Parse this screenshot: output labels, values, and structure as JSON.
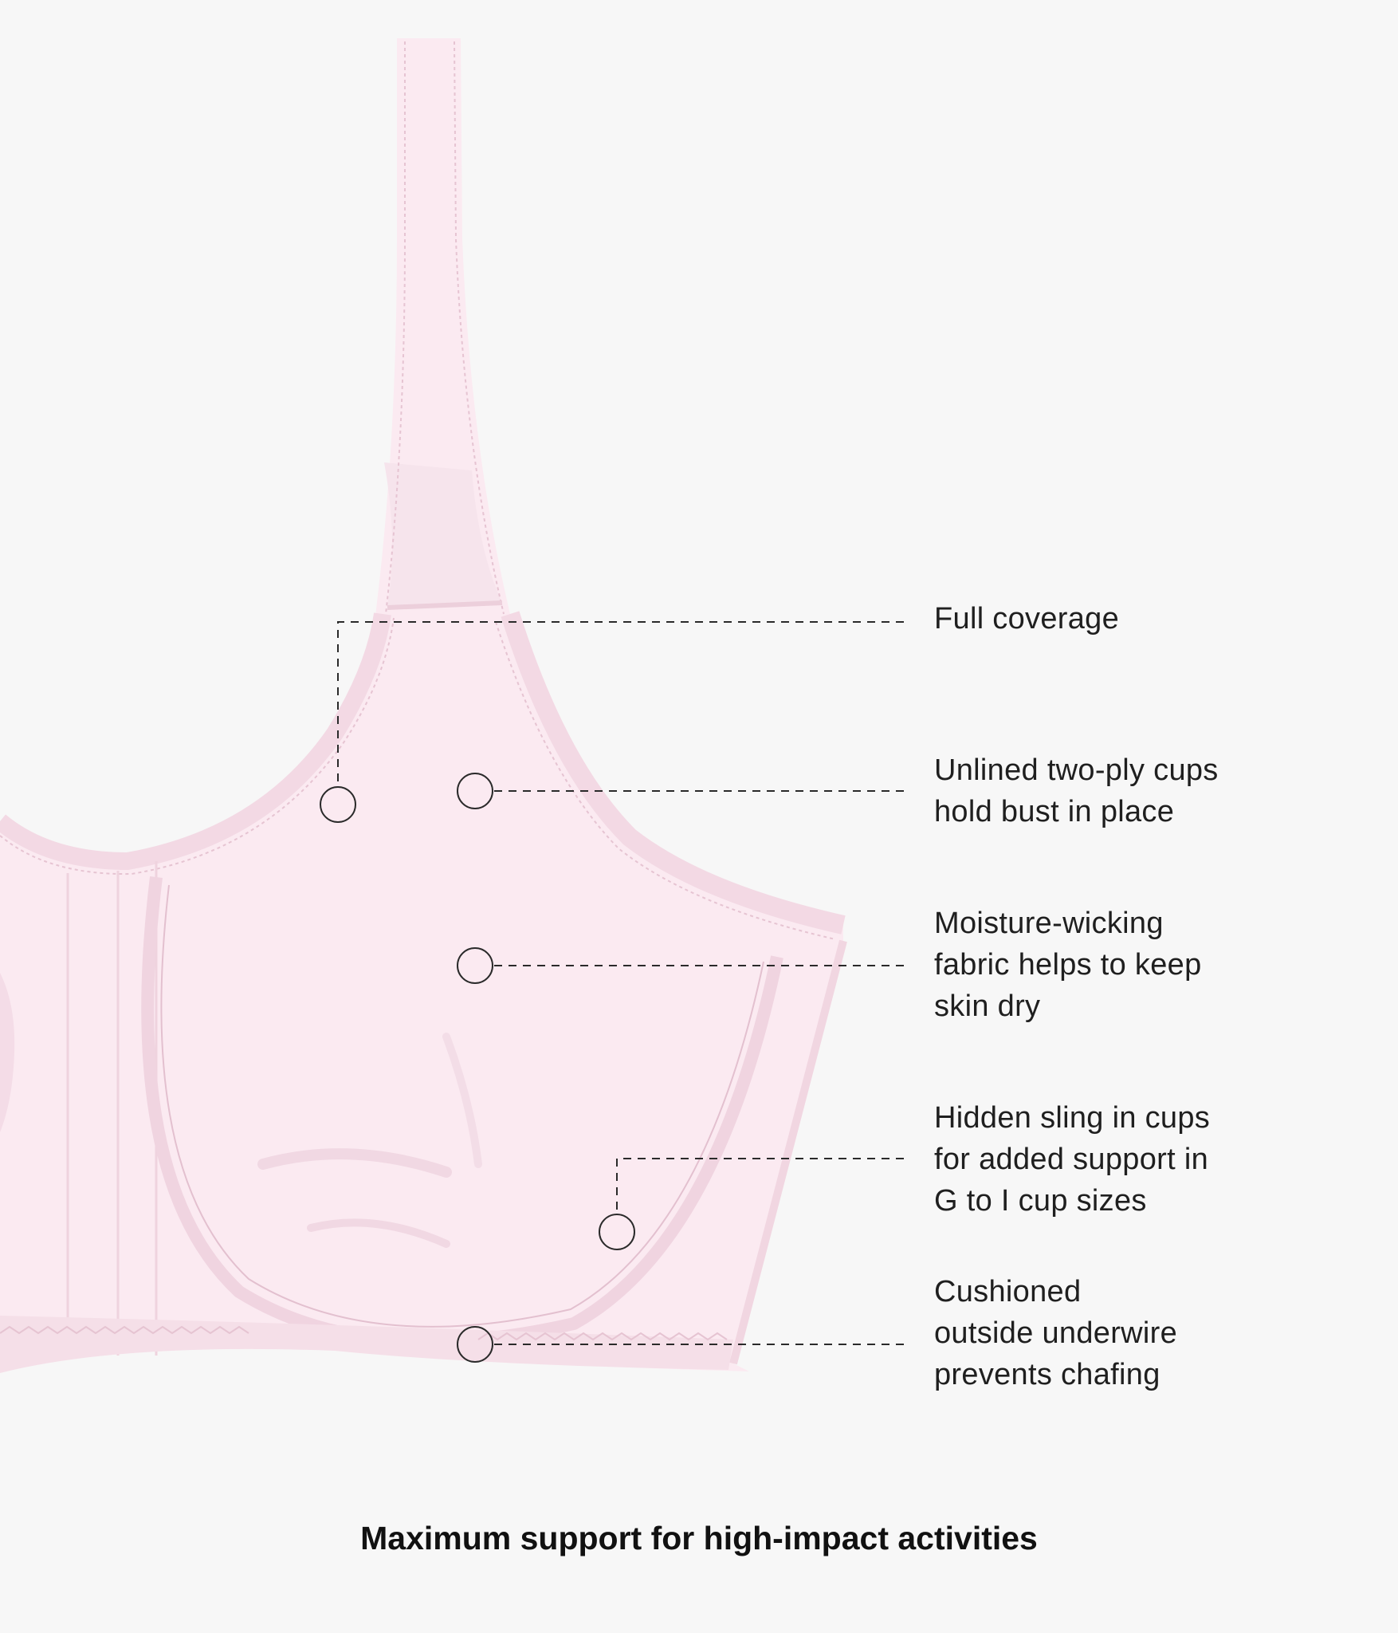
{
  "colors": {
    "background": "#f7f7f7",
    "fabric": "#fbeaf1",
    "fabric_shade": "#f4dce7",
    "trim": "#f3d9e4",
    "stitch": "#e6c4d2",
    "callout_line": "#2a2a2a",
    "text": "#1f1f1f"
  },
  "features": [
    {
      "id": "full-coverage",
      "lines": [
        "Full coverage"
      ]
    },
    {
      "id": "unlined-cups",
      "lines": [
        "Unlined two-ply cups",
        "hold bust in place"
      ]
    },
    {
      "id": "moisture-wicking",
      "lines": [
        "Moisture-wicking",
        "fabric helps to keep",
        "skin dry"
      ]
    },
    {
      "id": "hidden-sling",
      "lines": [
        "Hidden sling in cups",
        "for added support in",
        "G to I cup sizes"
      ]
    },
    {
      "id": "cushioned-underwire",
      "lines": [
        "Cushioned",
        "outside underwire",
        "prevents chafing"
      ]
    }
  ],
  "caption": "Maximum support for high-impact activities"
}
